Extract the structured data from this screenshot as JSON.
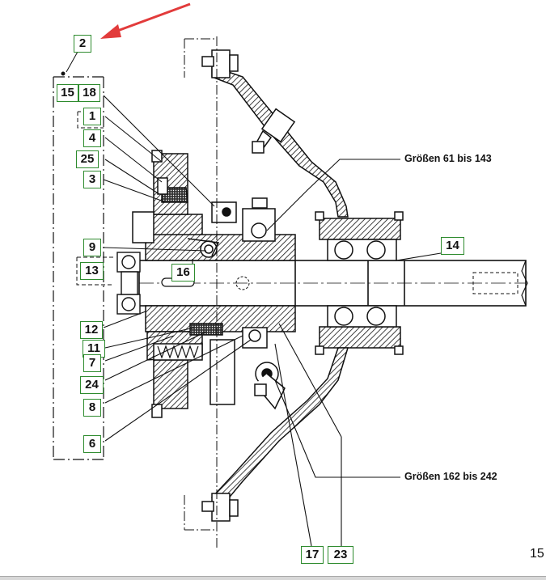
{
  "callouts": {
    "c2": "2",
    "c15": "15",
    "c18": "18",
    "c1": "1",
    "c4": "4",
    "c25": "25",
    "c3": "3",
    "c9": "9",
    "c13": "13",
    "c16": "16",
    "c12": "12",
    "c11": "11",
    "c7": "7",
    "c24": "24",
    "c8": "8",
    "c6": "6",
    "c14": "14",
    "c17": "17",
    "c23": "23"
  },
  "notes": {
    "sizes_small": "Größen 61 bis 143",
    "sizes_large": "Größen 162 bis 242"
  },
  "page_number": "15",
  "colors": {
    "callout_border": "#2e8b2e",
    "annotation_arrow": "#e23b3b",
    "line": "#111111"
  }
}
